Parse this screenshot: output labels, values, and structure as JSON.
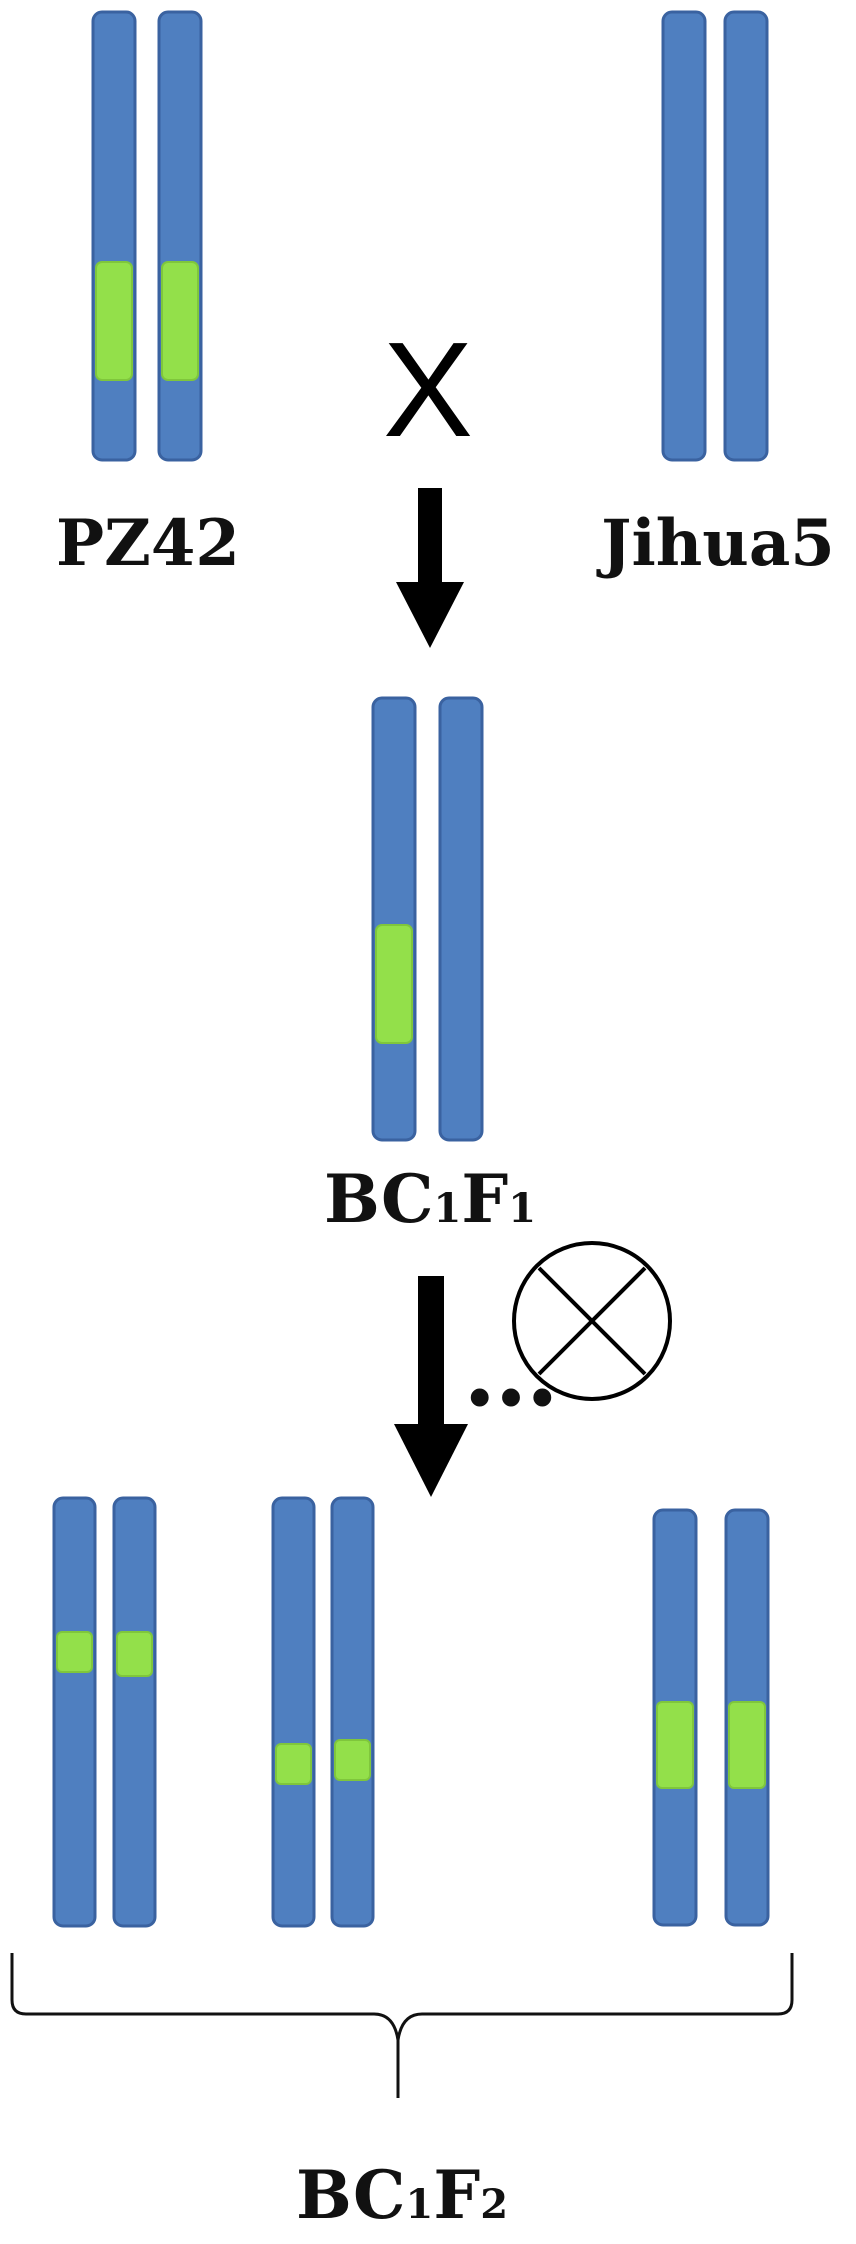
{
  "labels": {
    "parent1": "PZ42",
    "parent2": "Jihua5",
    "cross_symbol": "X",
    "bc1f1_base": "BC",
    "bc1f1_sub1": "1",
    "bc1f1_F": "F",
    "bc1f1_sub2": "1",
    "bc1f2_base": "BC",
    "bc1f2_sub1": "1",
    "bc1f2_F": "F",
    "bc1f2_sub2": "2",
    "ellipsis": "…"
  },
  "colors": {
    "chromosome": "#4f7fc0",
    "introgression_segment": "#93e04a"
  },
  "icons": {
    "self_cross": "circled-times-icon",
    "down_arrow": "down-arrow-icon",
    "brace": "curly-brace-icon"
  }
}
